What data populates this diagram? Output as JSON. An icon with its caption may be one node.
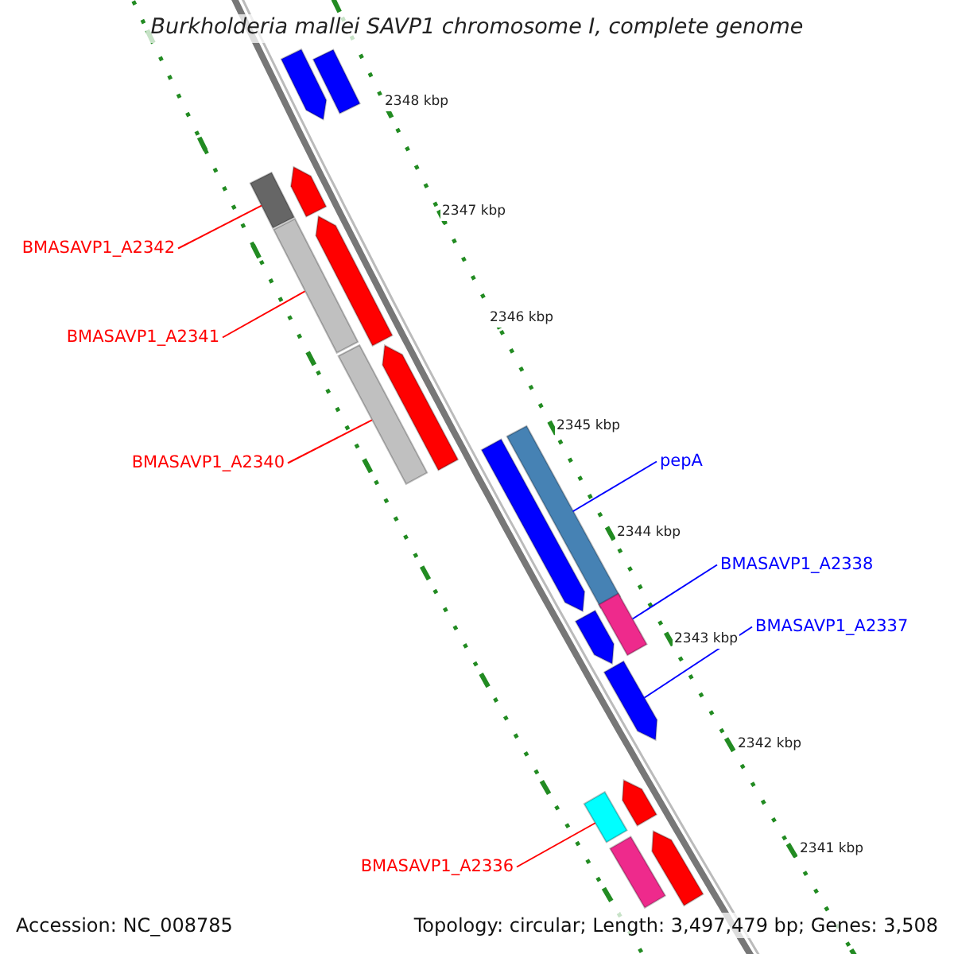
{
  "diagram": {
    "title": "Burkholderia mallei SAVP1 chromosome I, complete genome",
    "nodes": [
      {
        "text": [],
        "shape": "bar"
      },
      {
        "text": [],
        "shape": "bar"
      },
      {
        "text": [],
        "shape": "bar"
      },
      {
        "text": [],
        "shape": "bar"
      },
      {
        "text": [
          "BMASAVP1_A2342"
        ]
      },
      {
        "text": [],
        "shape": "bar"
      },
      {
        "text": [],
        "shape": "bar"
      },
      {
        "text": [
          "BMASAVP1_A2341"
        ]
      },
      {
        "text": [],
        "shape": "bar"
      },
      {
        "text": [],
        "shape": "bar"
      },
      {
        "text": [],
        "shape": "bar"
      },
      {
        "text": [],
        "shape": "bar"
      },
      {
        "text": [
          "pepA"
        ]
      },
      {
        "text": [
          "BMASAVP1_A2340"
        ]
      },
      {
        "text": [
          "BMASAVP1_A2338"
        ]
      },
      {
        "text": [],
        "shape": "bar"
      },
      {
        "text": [],
        "shape": "bar"
      },
      {
        "text": [
          "BMASAVP1_A2337"
        ]
      },
      {
        "text": [],
        "shape": "bar"
      },
      {
        "text": [],
        "shape": "bar"
      },
      {
        "text": [],
        "shape": "bar"
      },
      {
        "text": [],
        "shape": "bar"
      },
      {
        "text": [],
        "shape": "bar"
      },
      {
        "text": [
          "BMASAVP1_A2336"
        ]
      }
    ],
    "edges": [
      {
        "from": 4,
        "to": 3,
        "arrow": "none"
      },
      {
        "from": 7,
        "to": 6,
        "arrow": "none"
      },
      {
        "from": 13,
        "to": 9,
        "arrow": "none"
      },
      {
        "from": 12,
        "to": 10,
        "arrow": "none",
        "color": "#0000ff"
      },
      {
        "from": 14,
        "to": 15,
        "arrow": "none",
        "color": "#0000ff"
      },
      {
        "from": 17,
        "to": 18,
        "arrow": "none",
        "color": "#0000ff"
      },
      {
        "from": 23,
        "to": 20,
        "arrow": "none"
      }
    ],
    "labels": [
      "2348 kbp",
      "2347 kbp",
      "2346 kbp",
      "2345 kbp",
      "2344 kbp",
      "2343 kbp",
      "2342 kbp",
      "2341 kbp",
      "Accession: NC_008785",
      "Topology: circular; Length: 3,497,479 bp; Genes: 3,508"
    ]
  }
}
